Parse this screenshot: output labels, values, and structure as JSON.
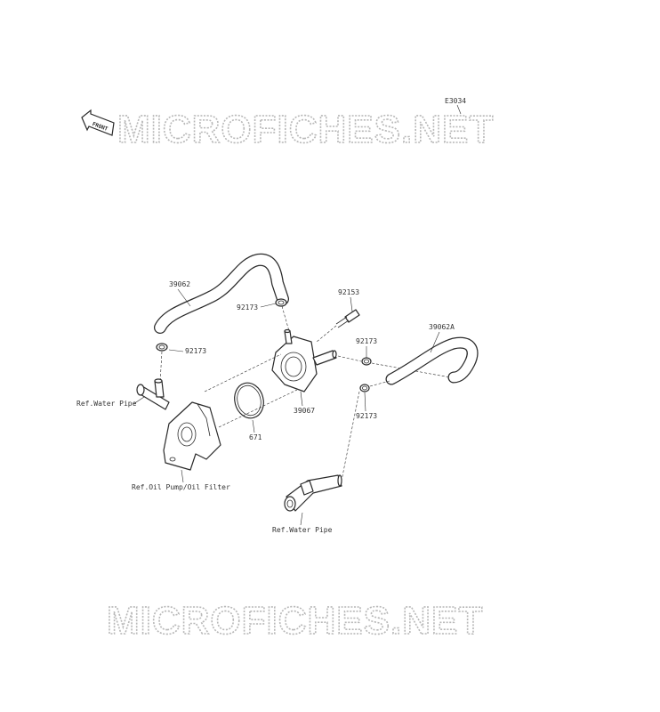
{
  "diagram": {
    "code": "E3034",
    "front_badge": "FRONT",
    "watermark_top": "MICROFICHES.NET",
    "watermark_bottom": "MICROFICHES.NET",
    "parts": [
      {
        "id": "39062",
        "label": "39062"
      },
      {
        "id": "92173a",
        "label": "92173"
      },
      {
        "id": "92173b",
        "label": "92173"
      },
      {
        "id": "92153",
        "label": "92153"
      },
      {
        "id": "92173c",
        "label": "92173"
      },
      {
        "id": "39062A",
        "label": "39062A"
      },
      {
        "id": "39067",
        "label": "39067"
      },
      {
        "id": "92173d",
        "label": "92173"
      },
      {
        "id": "671",
        "label": "671"
      }
    ],
    "refs": [
      {
        "id": "ref-water-pipe-left",
        "label": "Ref.Water Pipe"
      },
      {
        "id": "ref-oil-pump",
        "label": "Ref.Oil Pump/Oil Filter"
      },
      {
        "id": "ref-water-pipe-bottom",
        "label": "Ref.Water Pipe"
      }
    ]
  }
}
